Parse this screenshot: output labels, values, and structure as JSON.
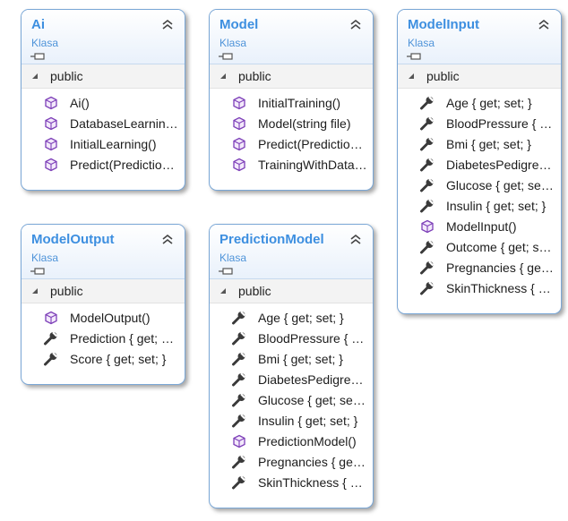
{
  "classes": [
    {
      "title": "Ai",
      "kind": "Klasa",
      "section": "public",
      "members": [
        {
          "label": "Ai()",
          "icon": "method-icon"
        },
        {
          "label": "DatabaseLearning(string file)",
          "icon": "method-icon"
        },
        {
          "label": "InitialLearning()",
          "icon": "method-icon"
        },
        {
          "label": "Predict(PredictionModel input)",
          "icon": "method-icon"
        }
      ]
    },
    {
      "title": "Model",
      "kind": "Klasa",
      "section": "public",
      "members": [
        {
          "label": "InitialTraining()",
          "icon": "method-icon"
        },
        {
          "label": "Model(string file)",
          "icon": "method-icon"
        },
        {
          "label": "Predict(PredictionModel input)",
          "icon": "method-icon"
        },
        {
          "label": "TrainingWithDatabase()",
          "icon": "method-icon"
        }
      ]
    },
    {
      "title": "ModelInput",
      "kind": "Klasa",
      "section": "public",
      "members": [
        {
          "label": "Age { get; set; }",
          "icon": "property-icon"
        },
        {
          "label": "BloodPressure { get; set; }",
          "icon": "property-icon"
        },
        {
          "label": "Bmi { get; set; }",
          "icon": "property-icon"
        },
        {
          "label": "DiabetesPedigreeFunction { get; set; }",
          "icon": "property-icon"
        },
        {
          "label": "Glucose { get; set; }",
          "icon": "property-icon"
        },
        {
          "label": "Insulin { get; set; }",
          "icon": "property-icon"
        },
        {
          "label": "ModelInput()",
          "icon": "method-icon"
        },
        {
          "label": "Outcome { get; set; }",
          "icon": "property-icon"
        },
        {
          "label": "Pregnancies { get; set; }",
          "icon": "property-icon"
        },
        {
          "label": "SkinThickness { get; set; }",
          "icon": "property-icon"
        }
      ]
    },
    {
      "title": "ModelOutput",
      "kind": "Klasa",
      "section": "public",
      "members": [
        {
          "label": "ModelOutput()",
          "icon": "method-icon"
        },
        {
          "label": "Prediction { get; set; }",
          "icon": "property-icon"
        },
        {
          "label": "Score { get; set; }",
          "icon": "property-icon"
        }
      ]
    },
    {
      "title": "PredictionModel",
      "kind": "Klasa",
      "section": "public",
      "members": [
        {
          "label": "Age { get; set; }",
          "icon": "property-icon"
        },
        {
          "label": "BloodPressure { get; set; }",
          "icon": "property-icon"
        },
        {
          "label": "Bmi { get; set; }",
          "icon": "property-icon"
        },
        {
          "label": "DiabetesPedigreeFunction { get; set; }",
          "icon": "property-icon"
        },
        {
          "label": "Glucose { get; set; }",
          "icon": "property-icon"
        },
        {
          "label": "Insulin { get; set; }",
          "icon": "property-icon"
        },
        {
          "label": "PredictionModel()",
          "icon": "method-icon"
        },
        {
          "label": "Pregnancies { get; set; }",
          "icon": "property-icon"
        },
        {
          "label": "SkinThickness { get; set; }",
          "icon": "property-icon"
        }
      ]
    }
  ]
}
